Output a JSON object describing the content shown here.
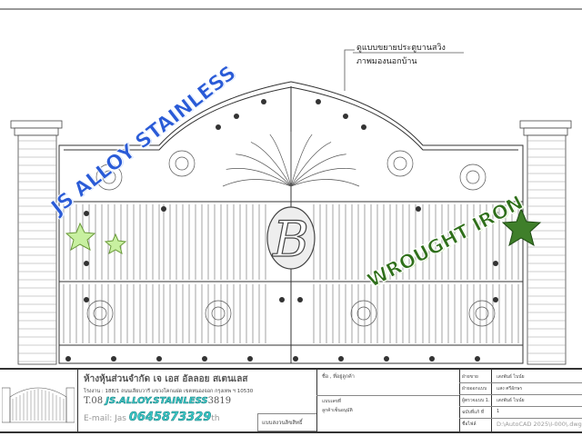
{
  "callout": {
    "line1": "ดูแบบขยายประตูบานสวิง",
    "line2": "ภาพมองนอกบ้าน"
  },
  "overlay": {
    "brand_arc": "JS ALLOY STAINLESS",
    "wrought_iron": "WROUGHT IRON",
    "brand_inline": "JS.ALLOY.STAINLESS",
    "phone": "0645873329",
    "colors": {
      "blue": "#2a5bd7",
      "green": "#2f6f1a",
      "cyan": "#3cc9c9"
    }
  },
  "gate": {
    "monogram": "B"
  },
  "title_block": {
    "company": "ห้างหุ้นส่วนจำกัด เจ เอส อัลลอย สเตนเลส",
    "address": "โรงงาน : 188/1 ถนนเลียบวารี แขวงโคกแฝด เขตหนองจอก กรุงเทพ ฯ 10530",
    "tel_prefix": "T.08",
    "tel_suffix": "3819",
    "email_prefix": "E-mail: Jas",
    "email_suffix": "th",
    "copyright": "แบบสงวนลิขสิทธิ์",
    "customer_name_label": "ชื่อ , ที่อยู่ลูกค้า",
    "drawing_no_label": "แบบเลขที่",
    "customer_sign_label": "ลูกค้าเซ็นอนุมัติ",
    "rows": [
      {
        "label": "ฝ่ายขาย",
        "value": "เสงพันธ์ ไบน์ย"
      },
      {
        "label": "ฝ่ายออกแบบ",
        "value": "แสง ศรีอักษร"
      },
      {
        "label": "ผู้ตรวจแบบ 1.",
        "value": "เสงพันธ์ ไบน์ย"
      },
      {
        "label": "ฉบับที่แก้ ที่",
        "value": "1"
      },
      {
        "label": "ชื่อไฟล์",
        "value": "D:\\AutoCAD 2025\\I-000\\.dwg"
      }
    ]
  }
}
